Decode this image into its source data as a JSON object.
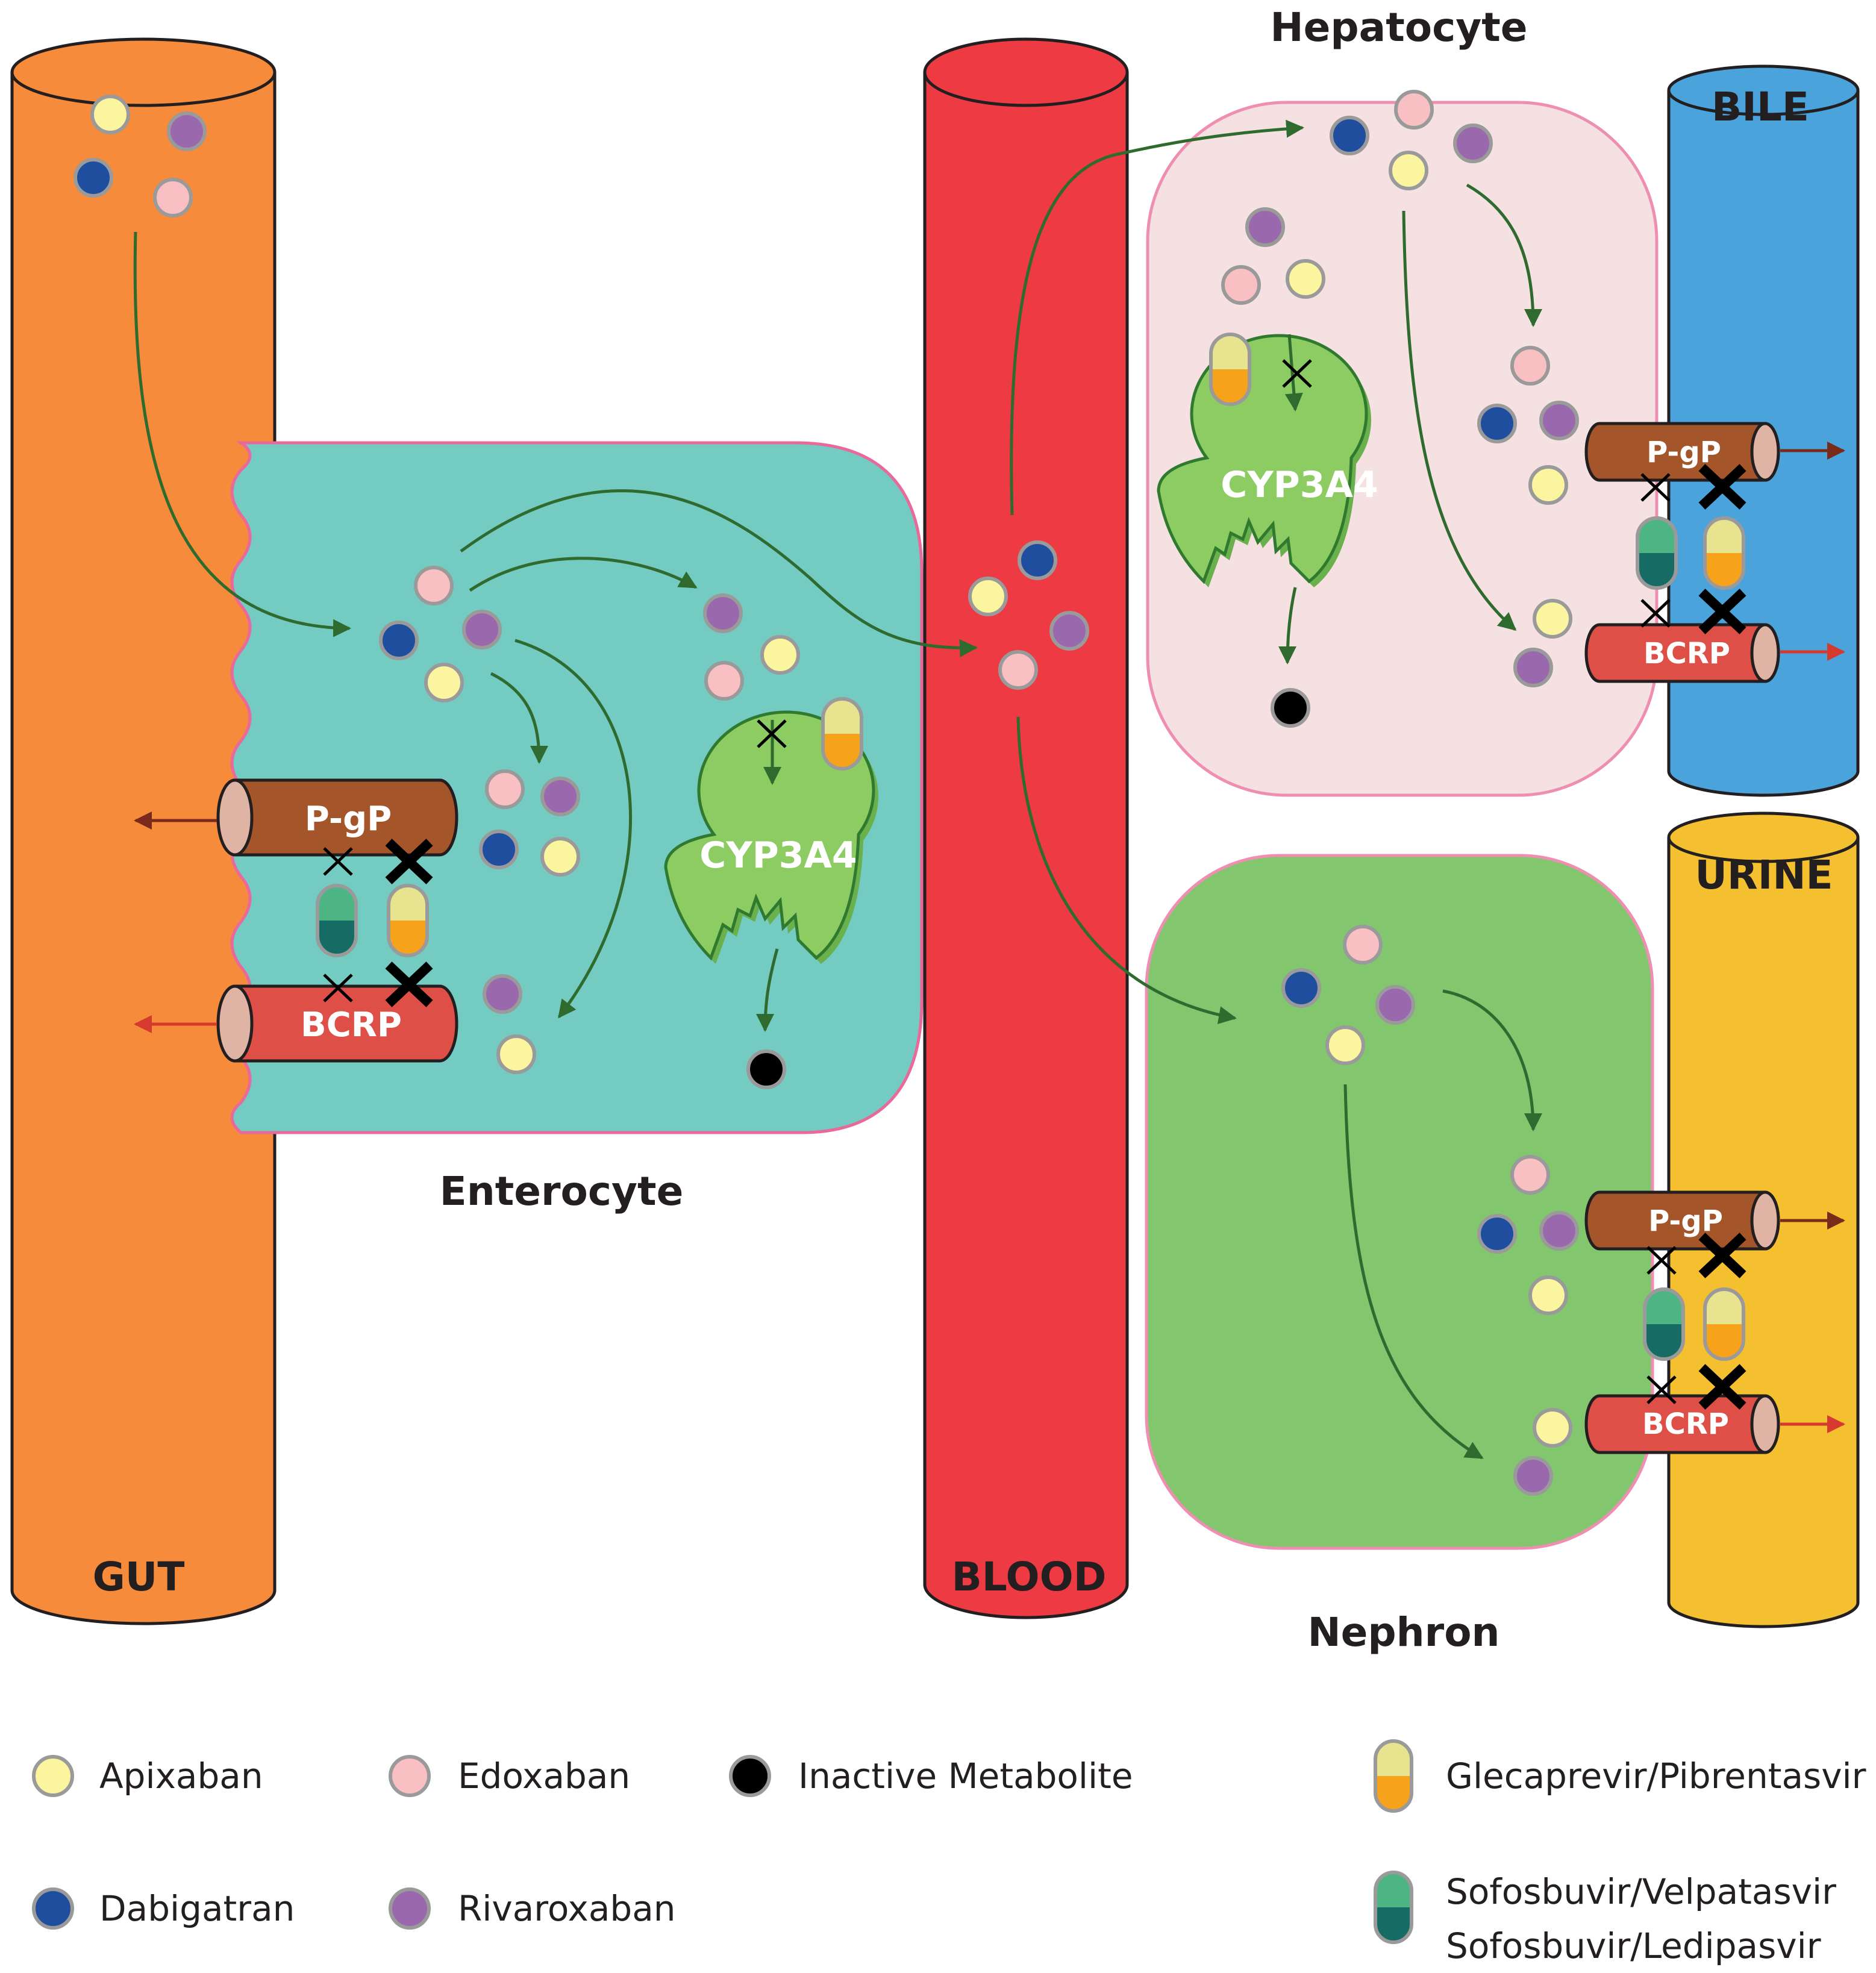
{
  "compartments": {
    "gut": "GUT",
    "blood": "BLOOD",
    "bile": "BILE",
    "urine": "URINE"
  },
  "cells": {
    "enterocyte": "Enterocyte",
    "hepatocyte": "Hepatocyte",
    "nephron": "Nephron"
  },
  "transporters": {
    "pgp": "P-gP",
    "bcrp": "BCRP"
  },
  "enzyme": "CYP3A4",
  "legend": {
    "apixaban": "Apixaban",
    "edoxaban": "Edoxaban",
    "inactive_metabolite": "Inactive Metabolite",
    "glecaprevir": "Glecaprevir/Pibrentasvir",
    "dabigatran": "Dabigatran",
    "rivaroxaban": "Rivaroxaban",
    "sofosbuvir_velpatasvir": "Sofosbuvir/Velpatasvir",
    "sofosbuvir_ledipasvir": "Sofosbuvir/Ledipasvir"
  },
  "colors": {
    "gut": "#f58b3b",
    "blood": "#ee3a42",
    "bile": "#4aa3db",
    "urine": "#f5c02f",
    "enterocyte": "#73cbc1",
    "hepatocyte": "#f6e1e2",
    "nephron": "#82c66e",
    "apixaban": "#fbf5a0",
    "edoxaban": "#f8c0c2",
    "dabigatran": "#1f4e9e",
    "rivaroxaban": "#9a69ad",
    "inactive_metabolite": "#000000"
  }
}
